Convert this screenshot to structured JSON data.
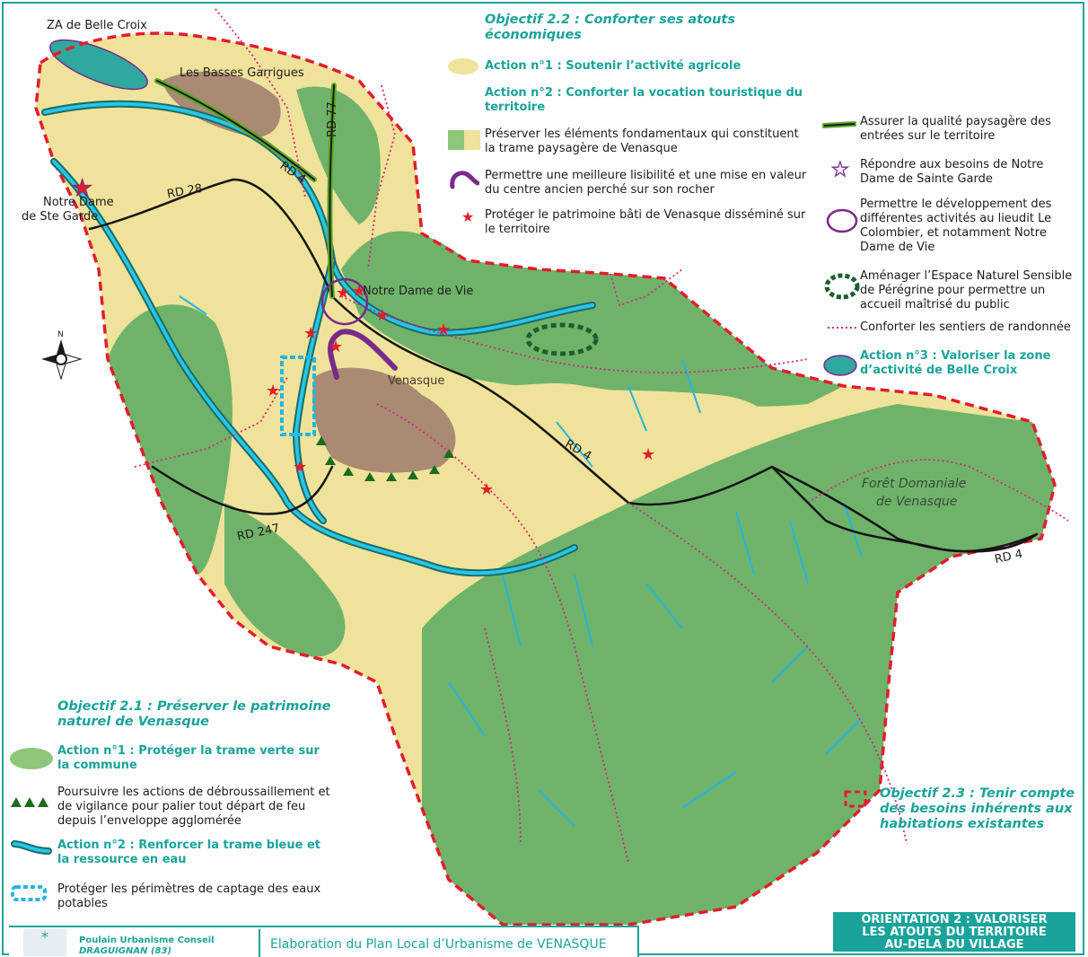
{
  "map_labels": {
    "za_belle_croix": "ZA de Belle Croix",
    "basses_garrigues": "Les Basses Garrigues",
    "rd77": "RD 77",
    "rd4_north": "RD 4",
    "rd28": "RD 28",
    "nd_garde_line1": "Notre Dame",
    "nd_garde_line2": "de Ste Garde",
    "nd_vie": "Notre Dame de Vie",
    "rd4_center": "RD 4",
    "rd247": "RD 247",
    "rd4_east": "RD 4",
    "venasque": "Venasque",
    "foret_line1": "Forêt Domaniale",
    "foret_line2": "de Venasque",
    "compass_n": "N"
  },
  "objective_2_2": {
    "title": "Objectif 2.2 : Conforter ses atouts économiques",
    "action1": "Action n°1 : Soutenir l’activité agricole",
    "action2": "Action n°2 : Conforter la vocation touristique du territoire",
    "items": [
      {
        "text": "Préserver les éléments fondamentaux qui constituent la trame paysagère de Venasque",
        "symbol": "green-yellow-square-icon"
      },
      {
        "text": "Permettre une meilleure lisibilité et une mise en valeur du centre ancien perché sur son rocher",
        "symbol": "purple-hook-icon"
      },
      {
        "text": "Protéger le patrimoine bâti de Venasque disséminé sur le territoire",
        "symbol": "red-star-icon"
      }
    ]
  },
  "right_legend": {
    "items": [
      {
        "text": "Assurer la qualité paysagère des entrées sur le territoire",
        "symbol": "green-line-icon"
      },
      {
        "text": "Répondre aux besoins de Notre Dame de Sainte Garde",
        "symbol": "outline-star-icon"
      },
      {
        "text": "Permettre le développement des différentes activités au lieudit Le Colombier, et notamment Notre Dame de Vie",
        "symbol": "circle-outline-icon"
      },
      {
        "text": "Aménager l’Espace Naturel Sensible de Pérégrine pour permettre un accueil maîtrisé du public",
        "symbol": "dashed-green-ellipse-icon"
      },
      {
        "text": "Conforter les sentiers de randonnée",
        "symbol": "dotted-pink-line-icon"
      }
    ],
    "action3": "Action n°3 : Valoriser la zone d’activité de Belle Croix"
  },
  "objective_2_1": {
    "title": "Objectif 2.1 : Préserver le patrimoine naturel de Venasque",
    "action1": "Action n°1 : Protéger la trame verte sur la commune",
    "item_fire": "Poursuivre les actions de débroussaillement et de vigilance pour palier tout départ de feu depuis l’enveloppe agglomérée",
    "action2": "Action n°2 : Renforcer la trame bleue et la ressource en eau",
    "item_water": "Protéger les périmètres de captage des eaux potables"
  },
  "objective_2_3": {
    "title": "Objectif 2.3 : Tenir compte des besoins inhérents aux habitations existantes"
  },
  "orientation": {
    "text": "ORIENTATION 2 : VALORISER\nLES ATOUTS DU TERRITOIRE\nAU-DELA DU VILLAGE"
  },
  "credit": {
    "company": "Poulain Urbanisme Conseil",
    "location": "DRAGUIGNAN (83)",
    "title": "Elaboration du Plan Local d’Urbanisme de VENASQUE"
  },
  "colors": {
    "teal": "#1aa39a",
    "green_area": "#6fb36a",
    "yellow_area": "#efe29a",
    "brown_area": "#a98a73",
    "red_border": "#e21d2c",
    "pink_trail": "#d6247f",
    "water": "#26b5e0",
    "purple": "#7a2a8a"
  }
}
